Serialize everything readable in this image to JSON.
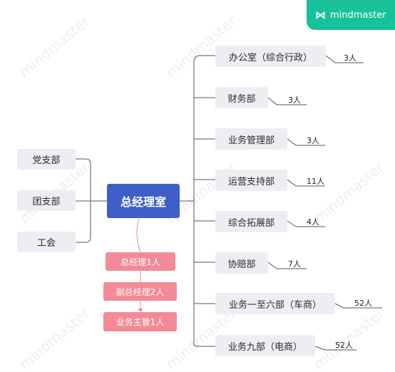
{
  "brand": {
    "name": "mindmaster",
    "watermark": "mindmaster",
    "color": "#18c19a"
  },
  "root": {
    "label": "总经理室",
    "color": "#3f5fc8"
  },
  "left_nodes": [
    {
      "label": "党支部"
    },
    {
      "label": "团支部"
    },
    {
      "label": "工会"
    }
  ],
  "right_nodes": [
    {
      "label": "办公室（综合行政）",
      "count": "3人"
    },
    {
      "label": "财务部",
      "count": "3人"
    },
    {
      "label": "业务管理部",
      "count": "3人"
    },
    {
      "label": "运营支持部",
      "count": "11人"
    },
    {
      "label": "综合拓展部",
      "count": "4人"
    },
    {
      "label": "协赔部",
      "count": "7人"
    },
    {
      "label": "业务一至六部（车商）",
      "count": "52人"
    },
    {
      "label": "业务九部（电商）",
      "count": "52人"
    }
  ],
  "sub_nodes": [
    {
      "label": "总经理1人"
    },
    {
      "label": "副总经理2人"
    },
    {
      "label": "业务主管1人"
    }
  ],
  "colors": {
    "node_bg": "#eceef3",
    "sub_bg": "#f28a98",
    "line": "#555555",
    "sub_line": "#f28a98"
  }
}
